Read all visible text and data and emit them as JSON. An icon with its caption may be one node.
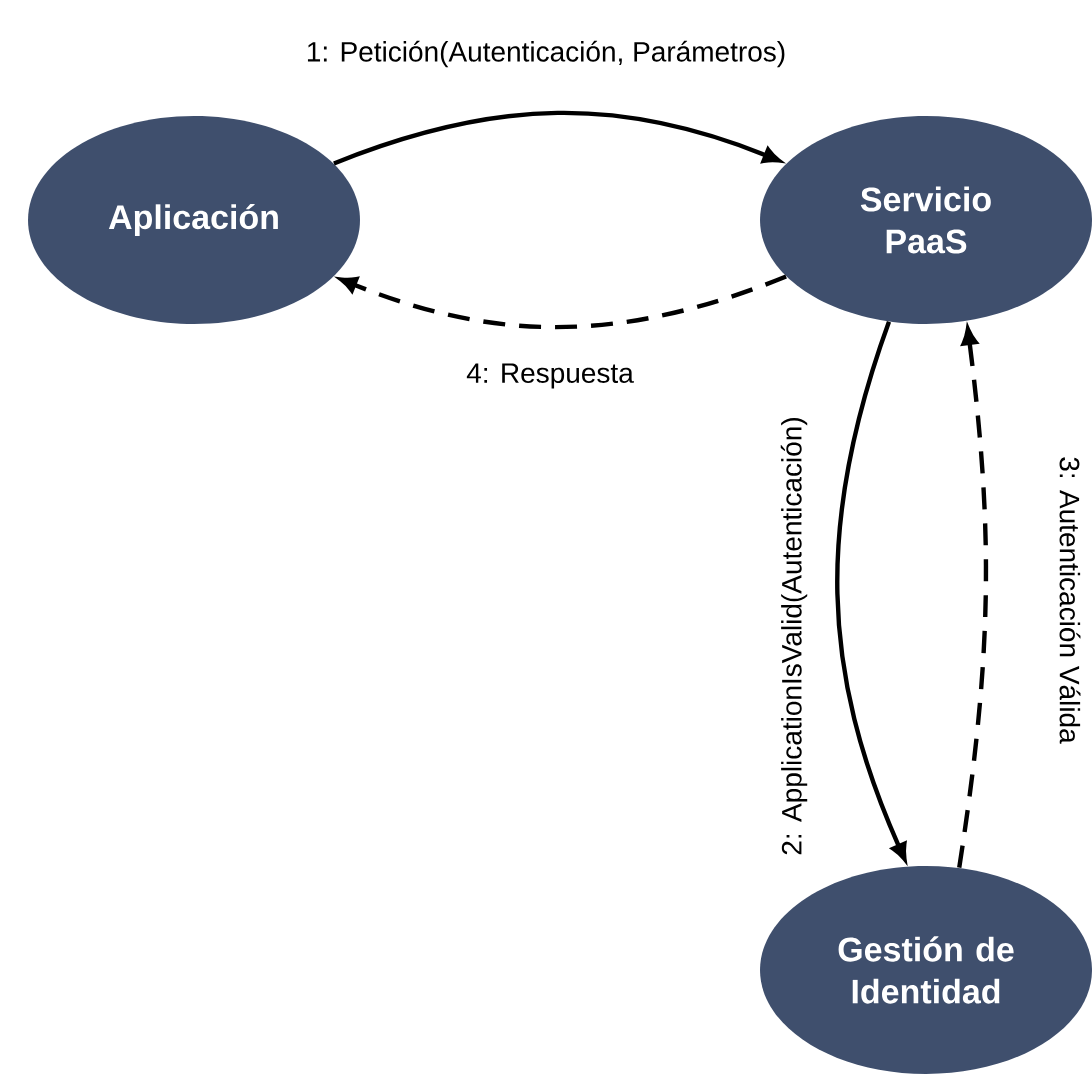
{
  "diagram": {
    "nodes": [
      {
        "text": [
          "Aplicación"
        ]
      },
      {
        "text": [
          "Servicio PaaS"
        ]
      },
      {
        "text": [
          "Gestión de Identidad"
        ]
      }
    ],
    "edges": [
      {
        "from": 0,
        "to": 1,
        "arrow": "to",
        "label": "1: Petición(Autenticación, Parámetros)"
      },
      {
        "from": 1,
        "to": 0,
        "arrow": "to",
        "style": "dashed",
        "label": "4: Respuesta"
      },
      {
        "from": 1,
        "to": 2,
        "arrow": "to",
        "label": "2: ApplicationIsValid(Autenticación)"
      },
      {
        "from": 2,
        "to": 1,
        "arrow": "to",
        "style": "dashed",
        "label": "3: Autenticación Válida"
      }
    ]
  }
}
